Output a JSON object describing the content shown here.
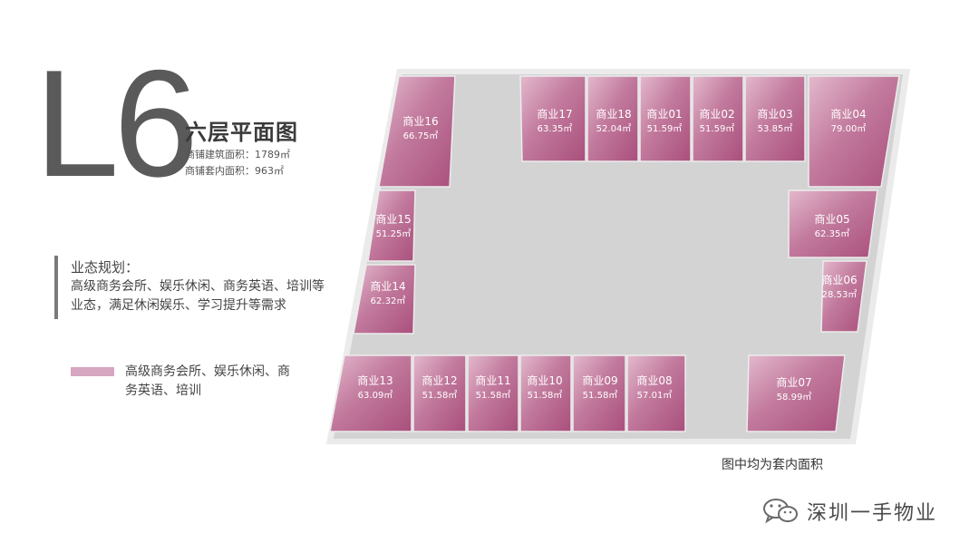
{
  "header": {
    "level": "L6",
    "title": "六层平面图",
    "gross_area": "商铺建筑面积：1789㎡",
    "net_area": "商铺套内面积：963㎡"
  },
  "planning": {
    "heading": "业态规划：",
    "text": "高级商务会所、娱乐休闲、商务英语、培训等业态，满足休闲娱乐、学习提升等需求"
  },
  "legend": {
    "label": "高级商务会所、娱乐休闲、商务英语、培训",
    "color": "#d7a6c0"
  },
  "colors": {
    "corridor": "#d4d4d4",
    "shop_fill": "#b9608c",
    "shop_light": "#e2b7cc",
    "outline": "#ececec"
  },
  "units": [
    {
      "name": "商业16",
      "area": "66.75㎡"
    },
    {
      "name": "商业17",
      "area": "63.35㎡"
    },
    {
      "name": "商业18",
      "area": "52.04㎡"
    },
    {
      "name": "商业01",
      "area": "51.59㎡"
    },
    {
      "name": "商业02",
      "area": "51.59㎡"
    },
    {
      "name": "商业03",
      "area": "53.85㎡"
    },
    {
      "name": "商业04",
      "area": "79.00㎡"
    },
    {
      "name": "商业15",
      "area": "51.25㎡"
    },
    {
      "name": "商业05",
      "area": "62.35㎡"
    },
    {
      "name": "商业14",
      "area": "62.32㎡"
    },
    {
      "name": "商业06",
      "area": "28.53㎡"
    },
    {
      "name": "商业13",
      "area": "63.09㎡"
    },
    {
      "name": "商业12",
      "area": "51.58㎡"
    },
    {
      "name": "商业11",
      "area": "51.58㎡"
    },
    {
      "name": "商业10",
      "area": "51.58㎡"
    },
    {
      "name": "商业09",
      "area": "51.58㎡"
    },
    {
      "name": "商业08",
      "area": "57.01㎡"
    },
    {
      "name": "商业07",
      "area": "58.99㎡"
    }
  ],
  "footnote": "图中均为套内面积",
  "watermark": {
    "text": "深圳一手物业",
    "icon": "wechat-icon"
  }
}
